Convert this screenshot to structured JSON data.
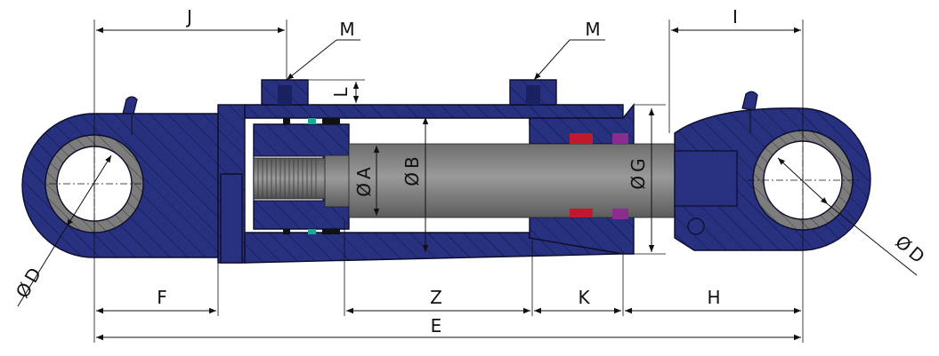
{
  "diagram": {
    "labels": {
      "J": "J",
      "I": "I",
      "M_left": "M",
      "M_right": "M",
      "L": "L",
      "A": "A",
      "B": "B",
      "G": "G",
      "D_left": "D",
      "D_right": "D",
      "F": "F",
      "Z": "Z",
      "K": "K",
      "H": "H",
      "E": "E"
    },
    "diameter_symbol": "Ø",
    "colors": {
      "body": "#27317f",
      "body_dark": "#1a2160",
      "rod": "#8a8a8a",
      "bushing": "#7d7d7d",
      "seal_red": "#c0182c",
      "seal_purple": "#8b2c8e",
      "seal_teal": "#1aa898",
      "line": "#111111"
    }
  }
}
